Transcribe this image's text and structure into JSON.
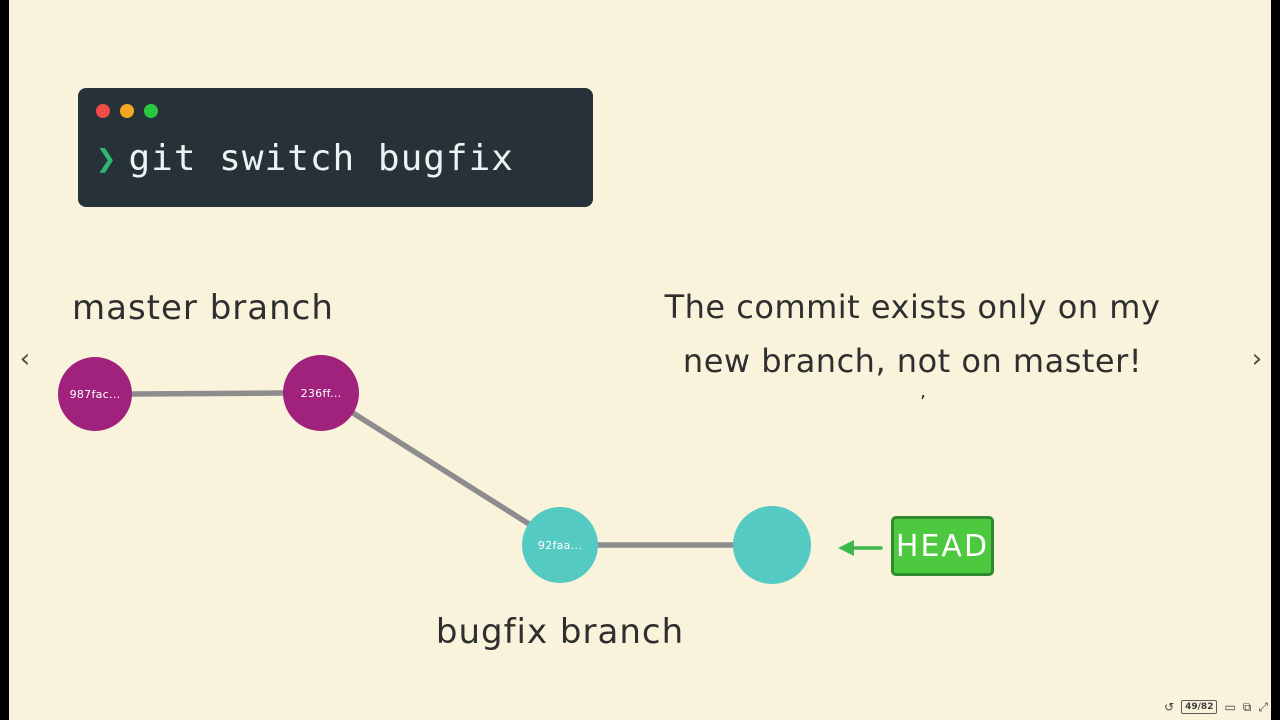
{
  "terminal": {
    "prompt": "❯",
    "command": "git switch bugfix",
    "bg_color": "#263238",
    "dot_colors": [
      "#ef4b46",
      "#f5a623",
      "#2ac840"
    ]
  },
  "graph": {
    "master_label": "master branch",
    "bugfix_label": "bugfix branch",
    "master_commits": [
      {
        "id": "987fac..."
      },
      {
        "id": "236ff..."
      }
    ],
    "bugfix_commits": [
      {
        "id": "92faa..."
      },
      {
        "id": ""
      }
    ],
    "colors": {
      "master_node": "#a1227c",
      "bugfix_node": "#55cac3",
      "edge": "#8d8d8d"
    }
  },
  "head": {
    "label": "HEAD",
    "fill": "#4cc93f",
    "border": "#2e8b2e",
    "arrow_color": "#3cb84c"
  },
  "annotation": {
    "line1": "The commit exists only on my",
    "line2": "new branch, not on master!"
  },
  "cursor_mark": "’",
  "nav": {
    "prev": "‹",
    "next": "›"
  },
  "player": {
    "replay": "↺",
    "counter": "49/82",
    "captions": "▭",
    "pip": "⧉",
    "fullscreen": "⤢"
  }
}
